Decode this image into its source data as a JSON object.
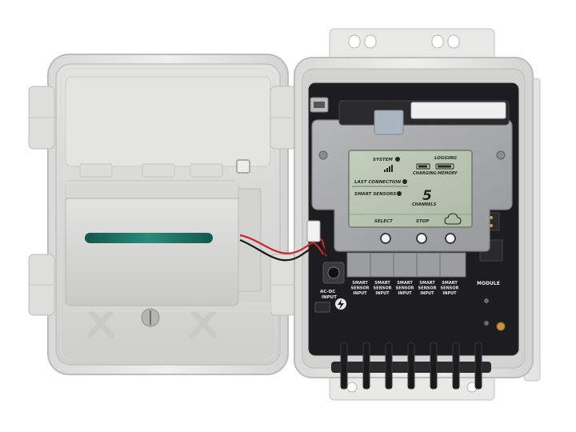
{
  "lcd": {
    "system": "SYSTEM",
    "logging": "LOGGING",
    "charging": "CHARGING",
    "memory": "MEMORY",
    "last_connection": "LAST CONNECTION",
    "smart_sensors": "SMART SENSORS",
    "channel_count": "5",
    "channels": "CHANNELS",
    "select": "SELECT",
    "stop": "STOP"
  },
  "ports": [
    {
      "line1": "SMART",
      "line2": "SENSOR",
      "line3": "INPUT"
    },
    {
      "line1": "SMART",
      "line2": "SENSOR",
      "line3": "INPUT"
    },
    {
      "line1": "SMART",
      "line2": "SENSOR",
      "line3": "INPUT"
    },
    {
      "line1": "SMART",
      "line2": "SENSOR",
      "line3": "INPUT"
    },
    {
      "line1": "SMART",
      "line2": "SENSOR",
      "line3": "INPUT"
    }
  ],
  "module_label": "MODULE",
  "power_label_1": "AC-DC",
  "power_label_2": "INPUT",
  "colors": {
    "enclosure": "#e6e6e4",
    "pcb": "#1d1d1f",
    "lcd": "#b9c5b2",
    "shield": "#a9aaac",
    "battery_window": "#1f6f62"
  }
}
